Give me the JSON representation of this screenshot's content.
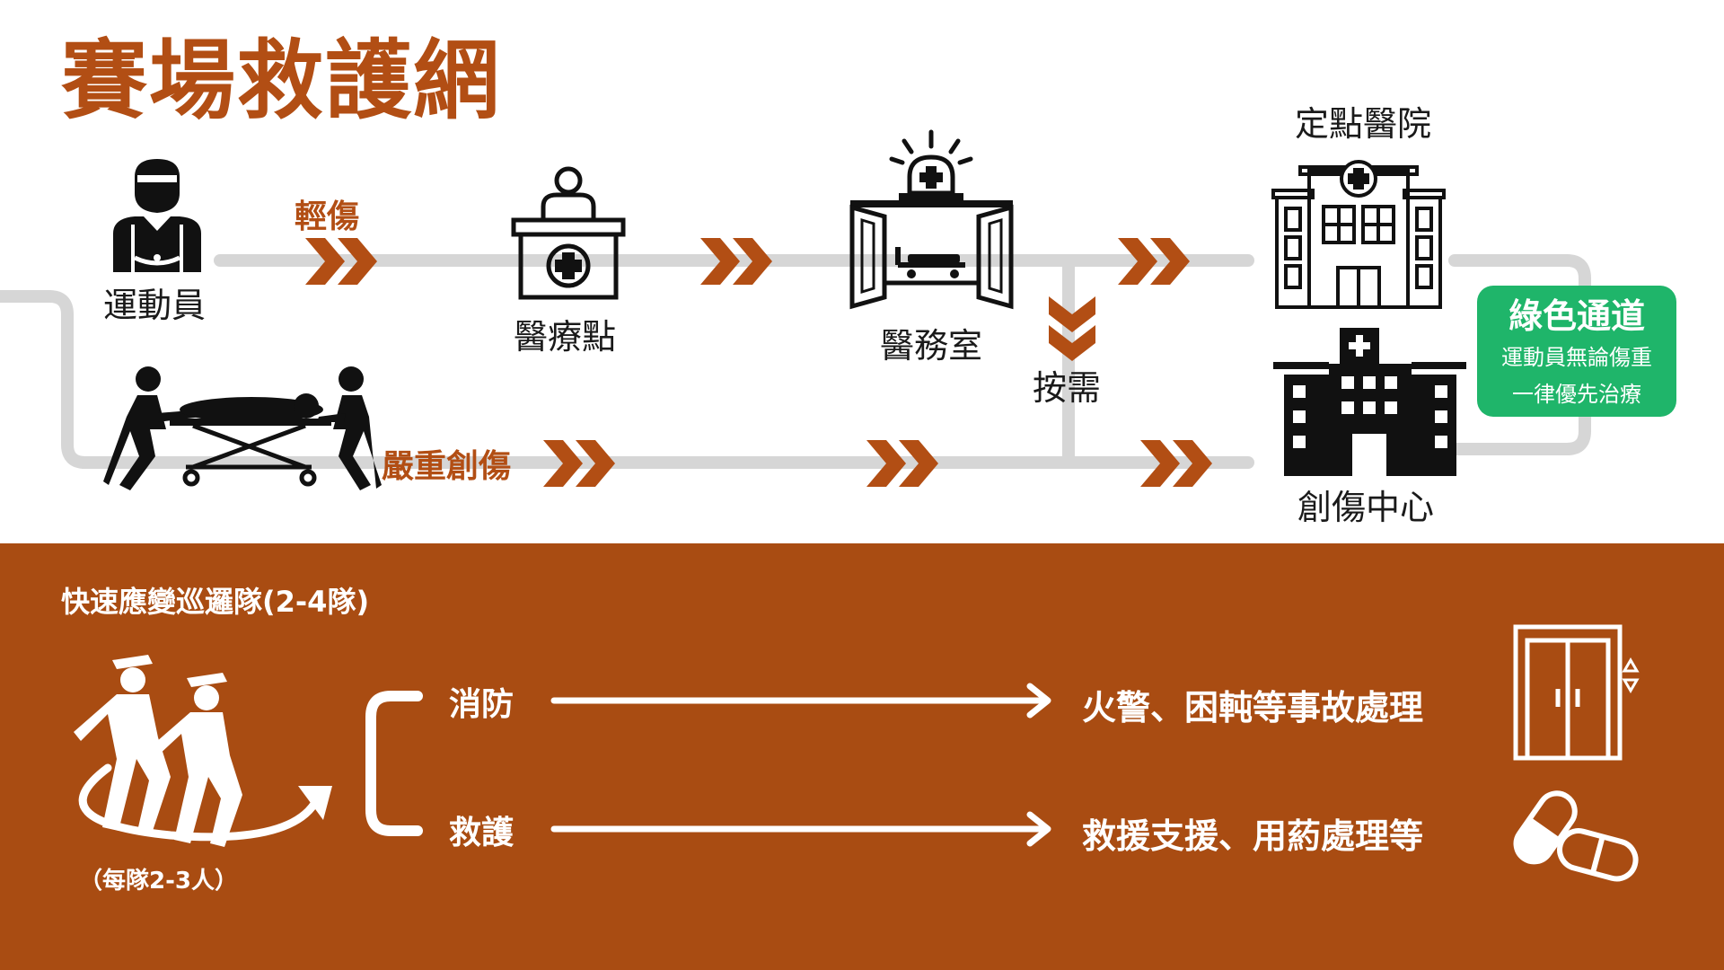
{
  "title": "賽場救護網",
  "nodes": {
    "athlete": "運動員",
    "medical_point": "醫療點",
    "medical_office": "醫務室",
    "designated_hospital": "定點醫院",
    "trauma_center": "創傷中心"
  },
  "paths": {
    "minor_injury": "輕傷",
    "severe_trauma": "嚴重創傷",
    "as_needed": "按需"
  },
  "green_channel": {
    "title": "綠色通道",
    "line1": "運動員無論傷重",
    "line2": "一律優先治療"
  },
  "patrol": {
    "title": "快速應變巡邏隊(2-4隊)",
    "team_size": "（每隊2-3人）",
    "items": [
      {
        "label": "消防",
        "desc": "火警、困軘等事故處理",
        "icon": "elevator-icon"
      },
      {
        "label": "救護",
        "desc": "救援支援、用葯處理等",
        "icon": "pills-icon"
      }
    ]
  },
  "colors": {
    "brand_orange": "#b24e14",
    "bottom_band": "#a94c12",
    "track_gray": "#d6d6d6",
    "green": "#1fb56a"
  }
}
